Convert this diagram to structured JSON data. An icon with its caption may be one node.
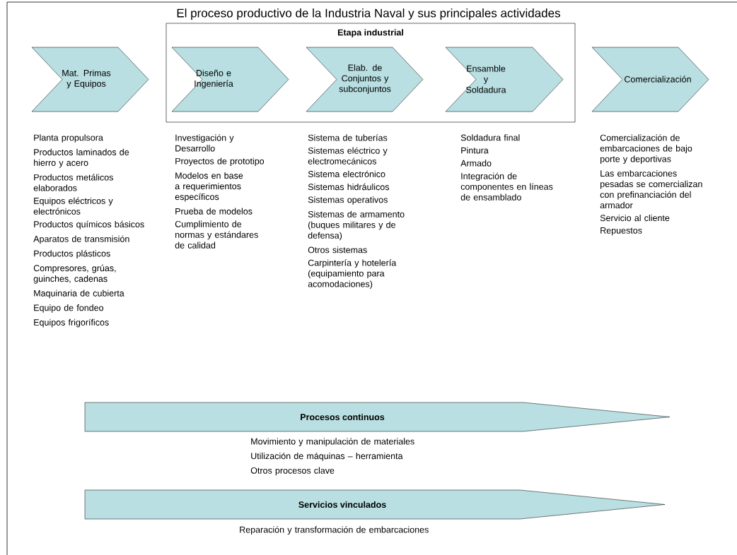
{
  "diagram": {
    "title": "El proceso productivo de la Industria Naval y sus principales actividades",
    "nodes": [
      {
        "text": [
          "Mat. Primas y Equipos"
        ],
        "beside": [
          "Planta propulsora",
          "Productos laminados de hierro y acero",
          "Productos metálicos elaborados",
          "Equipos eléctricos y electrónicos",
          "Productos químicos básicos",
          "Aparatos de transmisión",
          "Productos plásticos",
          "Compresores, grúas, guinches, cadenas",
          "Maquinaria de cubierta",
          "Equipo de fondeo",
          "Equipos frigoríficos"
        ]
      },
      {
        "text": [
          "Etapa industrial"
        ]
      },
      {
        "text": [
          "Diseño e Ingeniería"
        ],
        "in": 1,
        "beside": [
          "Investigación y Desarrollo",
          "Proyectos de prototipo",
          "Modelos en base a requerimientos específicos",
          "Prueba de modelos",
          "Cumplimiento de normas y estándares de calidad"
        ]
      },
      {
        "text": [
          "Elab. de Conjuntos y subconjuntos"
        ],
        "in": 1,
        "beside": [
          "Sistema de tuberías",
          "Sistemas eléctrico y electromecánicos",
          "Sistema electrónico",
          "Sistemas hidráulicos",
          "Sistemas operativos",
          "Sistemas de armamento (buques militares y de defensa)",
          "Otros sistemas",
          "Carpintería y hotelería (equipamiento para acomodaciones)"
        ]
      },
      {
        "text": [
          "Ensamble y Soldadura"
        ],
        "in": 1,
        "beside": [
          "Soldadura final",
          "Pintura",
          "Armado",
          "Integración de componentes en líneas de ensamblado"
        ]
      },
      {
        "text": [
          "Comercialización"
        ],
        "beside": [
          "Comercialización de embarcaciones de bajo porte y deportivas",
          "Las embarcaciones pesadas se comercializan con prefinanciación del armador",
          "Servicio al cliente",
          "Repuestos"
        ]
      },
      {
        "text": [
          "Procesos continuos"
        ],
        "beside": [
          "Movimiento y manipulación de materiales",
          "Utilización de máquinas – herramienta",
          "Otros procesos clave"
        ]
      },
      {
        "text": [
          "Servicios vinculados"
        ],
        "beside": [
          "Reparación y transformación de embarcaciones"
        ]
      }
    ]
  }
}
